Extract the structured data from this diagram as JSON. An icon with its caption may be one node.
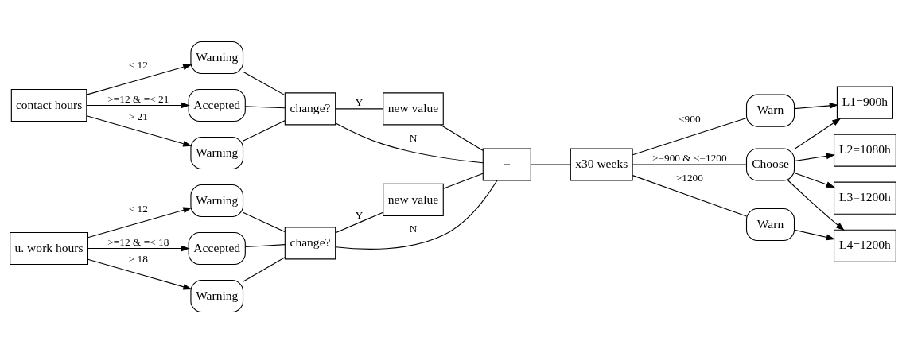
{
  "diagram": {
    "nodes": [
      {
        "text": [
          "contact hours"
        ]
      },
      {
        "text": [
          "Warning"
        ]
      },
      {
        "text": [
          "Accepted"
        ]
      },
      {
        "text": [
          "Warning"
        ]
      },
      {
        "text": [
          "change?"
        ]
      },
      {
        "text": [
          "new value"
        ]
      },
      {
        "text": [
          "u. work hours"
        ]
      },
      {
        "text": [
          "Warning"
        ]
      },
      {
        "text": [
          "Accepted"
        ]
      },
      {
        "text": [
          "Warning"
        ]
      },
      {
        "text": [
          "change?"
        ]
      },
      {
        "text": [
          "new value"
        ]
      },
      {
        "text": [
          "+"
        ]
      },
      {
        "text": [
          "x30 weeks"
        ]
      },
      {
        "text": [
          "Warn"
        ]
      },
      {
        "text": [
          "Choose"
        ]
      },
      {
        "text": [
          "Warn"
        ]
      },
      {
        "text": [
          "L1=900h"
        ]
      },
      {
        "text": [
          "L2=1080h"
        ]
      },
      {
        "text": [
          "L3=1200h"
        ]
      },
      {
        "text": [
          "L4=1200h"
        ]
      }
    ],
    "edges": [
      {
        "from": 0,
        "to": 1,
        "arrow": "to",
        "label": "< 12"
      },
      {
        "from": 0,
        "to": 2,
        "arrow": "to",
        "label": ">=12 & =< 21"
      },
      {
        "from": 0,
        "to": 3,
        "arrow": "to",
        "label": "> 21"
      },
      {
        "from": 1,
        "to": 4,
        "arrow": "none"
      },
      {
        "from": 2,
        "to": 4,
        "arrow": "none"
      },
      {
        "from": 3,
        "to": 4,
        "arrow": "none"
      },
      {
        "from": 4,
        "to": 5,
        "arrow": "none",
        "label": "Y"
      },
      {
        "from": 5,
        "to": 12,
        "arrow": "none"
      },
      {
        "from": 4,
        "to": 12,
        "arrow": "none",
        "label": "N"
      },
      {
        "from": 6,
        "to": 7,
        "arrow": "to",
        "label": "< 12"
      },
      {
        "from": 6,
        "to": 8,
        "arrow": "to",
        "label": ">=12 & =< 18"
      },
      {
        "from": 6,
        "to": 9,
        "arrow": "to",
        "label": "> 18"
      },
      {
        "from": 7,
        "to": 10,
        "arrow": "none"
      },
      {
        "from": 8,
        "to": 10,
        "arrow": "none"
      },
      {
        "from": 9,
        "to": 10,
        "arrow": "none"
      },
      {
        "from": 10,
        "to": 12,
        "arrow": "none",
        "label": "N"
      },
      {
        "from": 10,
        "to": 11,
        "arrow": "none",
        "label": "Y"
      },
      {
        "from": 11,
        "to": 12,
        "arrow": "none"
      },
      {
        "from": 12,
        "to": 13,
        "arrow": "none"
      },
      {
        "from": 13,
        "to": 14,
        "arrow": "none",
        "label": "<900"
      },
      {
        "from": 13,
        "to": 15,
        "arrow": "none",
        "label": ">=900 & <=1200"
      },
      {
        "from": 13,
        "to": 16,
        "arrow": "none",
        "label": ">1200"
      },
      {
        "from": 14,
        "to": 17,
        "arrow": "to"
      },
      {
        "from": 15,
        "to": 17,
        "arrow": "to"
      },
      {
        "from": 15,
        "to": 18,
        "arrow": "to"
      },
      {
        "from": 15,
        "to": 19,
        "arrow": "to"
      },
      {
        "from": 15,
        "to": 20,
        "arrow": "to"
      },
      {
        "from": 16,
        "to": 20,
        "arrow": "to"
      }
    ]
  }
}
